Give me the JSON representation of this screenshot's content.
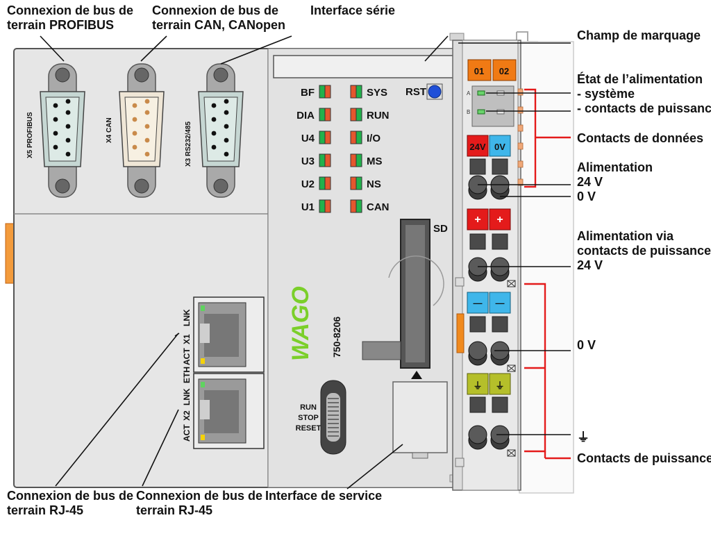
{
  "callouts": {
    "profibus": [
      "Connexion de bus de",
      "terrain PROFIBUS"
    ],
    "can": [
      "Connexion de bus de",
      "terrain CAN, CANopen"
    ],
    "serial": [
      "Interface série"
    ],
    "marking": [
      "Champ de marquage"
    ],
    "power_state": [
      "État de l’alimentation",
      "- système",
      "- contacts de puissance"
    ],
    "data_contacts": [
      "Contacts de données"
    ],
    "supply": [
      "Alimentation",
      "24 V",
      "0 V"
    ],
    "supply_via": [
      "Alimentation via",
      "contacts de puissance",
      "24 V"
    ],
    "zero_v": [
      "0 V"
    ],
    "ground": [
      "⏚"
    ],
    "power_contacts": [
      "Contacts de puissance"
    ],
    "rj45_1": [
      "Connexion de bus de",
      "terrain RJ-45"
    ],
    "rj45_2": [
      "Connexion de bus de",
      "terrain RJ-45"
    ],
    "service": [
      "Interface de service"
    ]
  },
  "ports": {
    "x5": "X5 PROFIBUS",
    "x4": "X4 CAN",
    "x3": "X3 RS232/485"
  },
  "leds_left": [
    "BF",
    "DIA",
    "U4",
    "U3",
    "U2",
    "U1"
  ],
  "leds_right": [
    "SYS",
    "RUN",
    "I/O",
    "MS",
    "NS",
    "CAN"
  ],
  "rst_label": "RST",
  "sd_label": "SD",
  "model": "750-8206",
  "brand": "WAGO",
  "switch_labels": [
    "RUN",
    "STOP",
    "RESET"
  ],
  "eth": {
    "x1": [
      "LNK",
      "X1",
      "ACT"
    ],
    "eth": "ETH",
    "x2": [
      "LNK",
      "X2",
      "ACT"
    ]
  },
  "terminal": {
    "tag1": "01",
    "tag2": "02",
    "led_a": "A",
    "led_b": "B",
    "plus24": "24V",
    "zero": "0V",
    "plus": "+",
    "minus": "—",
    "earth": "⏚"
  },
  "colors": {
    "housing": "#e6e6e6",
    "housing_dark": "#cfcfcf",
    "orange_tag": "#f07a14",
    "red_terminal": "#e41b1b",
    "blue_terminal": "#3fb6ea",
    "earth_terminal": "#b5bf2a",
    "leader_red": "#e41b1b",
    "wago_green": "#7bcf2a",
    "led_green": "#22b14c",
    "led_orange": "#e4572e"
  }
}
